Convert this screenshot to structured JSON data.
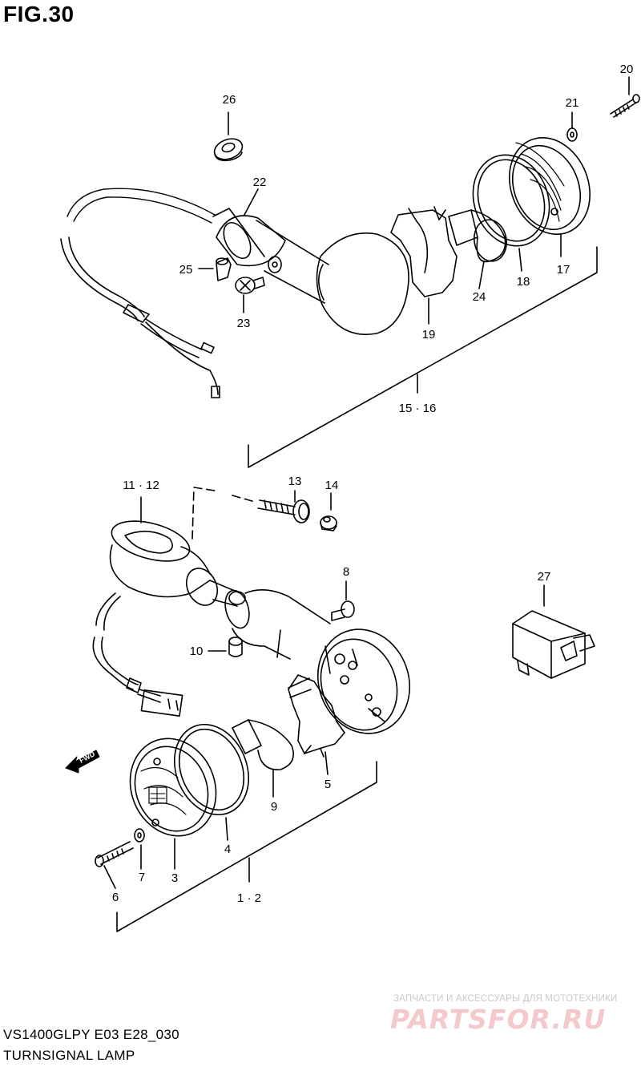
{
  "figure_title": "FIG.30",
  "model_code": "VS1400GLPY E03 E28_030",
  "section_name": "TURNSIGNAL LAMP",
  "direction_label": "FWD",
  "watermark": {
    "subtitle": "ЗАПЧАСТИ И АКСЕССУАРЫ ДЛЯ МОТОТЕХНИКИ",
    "brand": "PARTSFOR.RU"
  },
  "callouts": {
    "c1_2": "1 · 2",
    "c3": "3",
    "c4": "4",
    "c5": "5",
    "c6": "6",
    "c7": "7",
    "c8": "8",
    "c9": "9",
    "c10": "10",
    "c11_12": "11 · 12",
    "c13": "13",
    "c14": "14",
    "c15_16": "15 · 16",
    "c17": "17",
    "c18": "18",
    "c19": "19",
    "c20": "20",
    "c21": "21",
    "c22": "22",
    "c23": "23",
    "c24": "24",
    "c25": "25",
    "c26": "26",
    "c27": "27"
  },
  "colors": {
    "ink": "#000000",
    "watermark_brand": "#f3c9cb",
    "watermark_sub": "#c9c9c9"
  }
}
